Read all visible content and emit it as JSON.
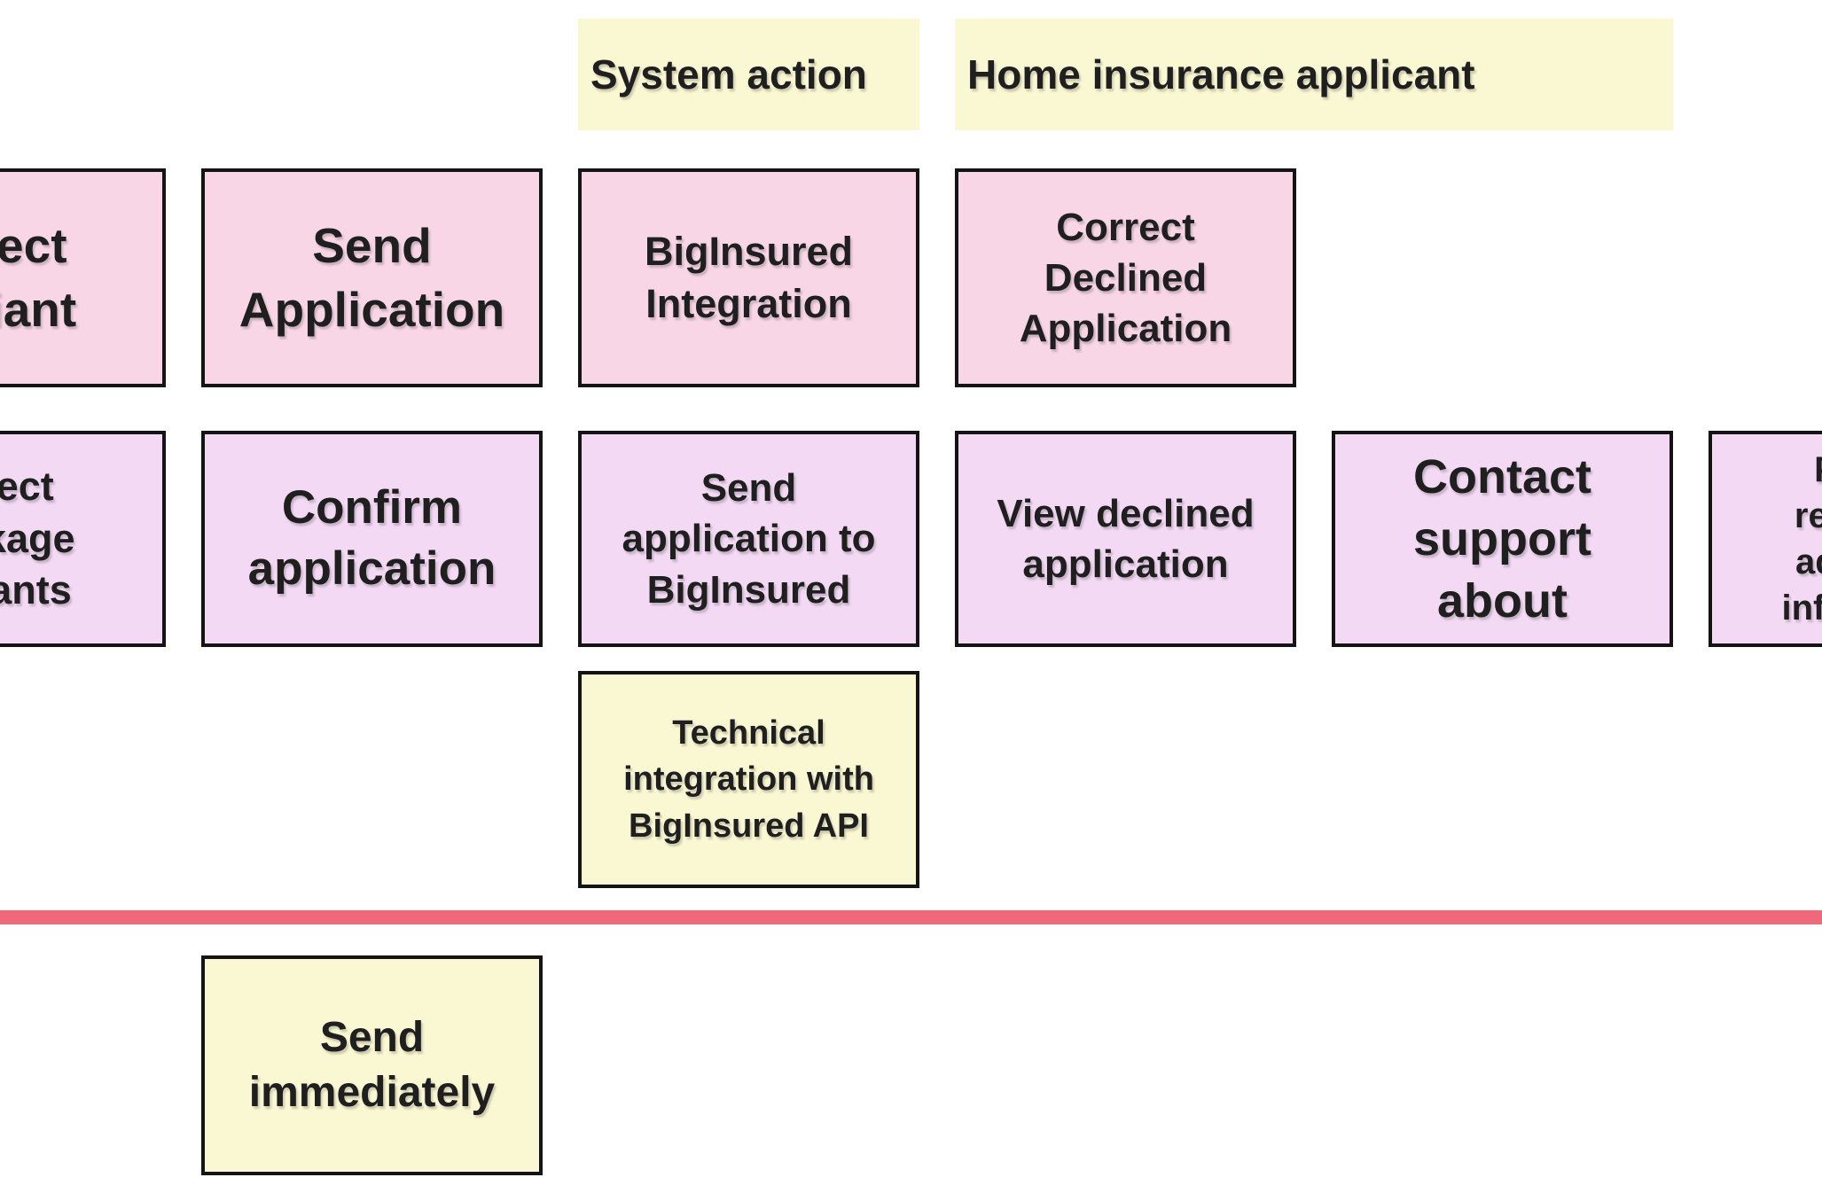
{
  "canvas": {
    "background": "#ffffff"
  },
  "palette": {
    "yellow": "#faf7d3",
    "pink": "#f8d6e6",
    "lavender": "#f3d9f4",
    "divider_red": "#f0697b",
    "border": "#141414",
    "text": "#1f1f1f"
  },
  "lane_labels": [
    {
      "label": "System action"
    },
    {
      "label": "Home insurance applicant"
    }
  ],
  "activity_row": [
    {
      "text": "Select\nVariant"
    },
    {
      "text": "Send\nApplication"
    },
    {
      "text": "BigInsured\nIntegration"
    },
    {
      "text": "Correct\nDeclined\nApplication"
    }
  ],
  "step_row": [
    {
      "text": "Select\npackage\nvariants"
    },
    {
      "text": "Confirm\napplication"
    },
    {
      "text": "Send\napplication to\nBigInsured"
    },
    {
      "text": "View declined\napplication"
    },
    {
      "text": "Contact\nsupport\nabout"
    },
    {
      "text": "Provide\nrequested\nadditional\ninformation"
    }
  ],
  "detail_notes": [
    {
      "text": "Technical\nintegration with\nBigInsured API"
    }
  ],
  "release_row": [
    {
      "text": "Send\nimmediately"
    }
  ]
}
